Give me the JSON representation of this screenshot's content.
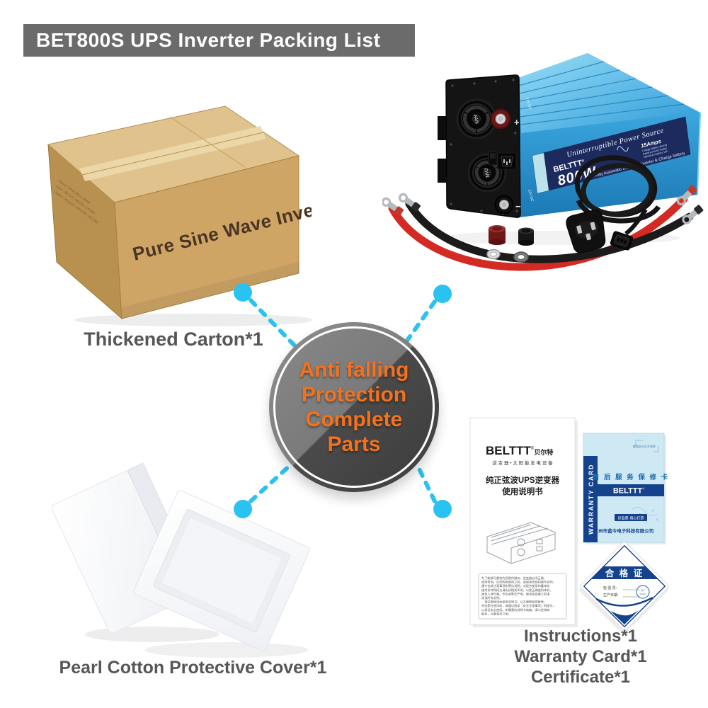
{
  "colors": {
    "accent_cyan": "#2ac2f0",
    "accent_orange": "#f4711d",
    "banner_gray": "#6b6b6b",
    "caption_gray": "#565656",
    "navy": "#14428c",
    "label_navy": "#1d2a5e",
    "inverter_blue": "#2f9ad6",
    "warranty_blue": "#cfe9f4",
    "carton_front": "#cfa566",
    "carton_top": "#e0c28c",
    "carton_side": "#b8904f"
  },
  "header": {
    "title": "BET800S UPS Inverter Packing List"
  },
  "center_badge": {
    "lines": [
      "Anti falling",
      "Protection",
      "Complete",
      "Parts"
    ]
  },
  "carton": {
    "caption": "Thickened Carton*1",
    "print": "Pure Sine Wave Inverter",
    "spec_lines": [
      "Colour:  □Red  □Blue  □Black",
      "Input:  □DC12V  □DC24V  □DC48V",
      "Output:  □AC110V  □AC220V  □AC230V"
    ]
  },
  "inverter": {
    "brand": "BELTTT",
    "reg": "®",
    "power": "800W",
    "ups_title": "Uninterruptible Power Source",
    "subtitle": "Fully Automatic DC to AC Inverter & Charge battery",
    "amps": "15Amps",
    "amps_lines": [
      "Charge battery directly",
      "Battery priority supply",
      "Maximum battery 15A"
    ],
    "fan": "FAN",
    "plus": "+",
    "minus": "−",
    "dc_text": "12V DC"
  },
  "foam": {
    "caption": "Pearl Cotton Protective Cover*1"
  },
  "documents": {
    "captions": [
      "Instructions*1",
      "Warranty Card*1",
      "Certificate*1"
    ],
    "manual": {
      "brand": "BELTTT",
      "reg": "®",
      "brand_cn": "贝尔特",
      "tagline": "逆 变 器 • 太 阳 能 发 电 设 备",
      "title_line1": "纯正弦波UPS逆变器",
      "title_line2": "使用说明书",
      "body_lines": [
        "为了能够可靠地为您提供服务，逆变器必须正确、",
        "使用得当。在您购物使用之前，请阅读安装和操作说明，",
        "遵守包装注意事项和警告说明。对配合使用的蓄电池",
        "使用条件和接法请阅读相关声明，以便正确使用本机，",
        "避免人身伤害。作有关警告严明，使用逆变器之前请",
        "阅读所有说明。",
        "　请仔细阅读本使用说明书，以方便帮助您维修。",
        "特别是在使用前，请谨记阅读「安全注意事项」的提示，",
        "以保证安全使用。如需要的说明书电路，请与经销商",
        "联系，以备查考之用。"
      ]
    },
    "warranty": {
      "side_text": "WARRANTY CARD",
      "corner_note": "撕毁此卡后不保修",
      "title": "售 后 服 务 保 修 卡",
      "brand": "BELTTT",
      "reg": "®",
      "badge": "好品质·用心打造",
      "company": "广州市蓝今电子科技有限公司"
    },
    "certificate": {
      "title": "合 格 证",
      "inspector_label": "检 验 员:",
      "date_label": "生产日期:",
      "stamp_line1": "QC",
      "stamp_line2": "PASS"
    }
  }
}
